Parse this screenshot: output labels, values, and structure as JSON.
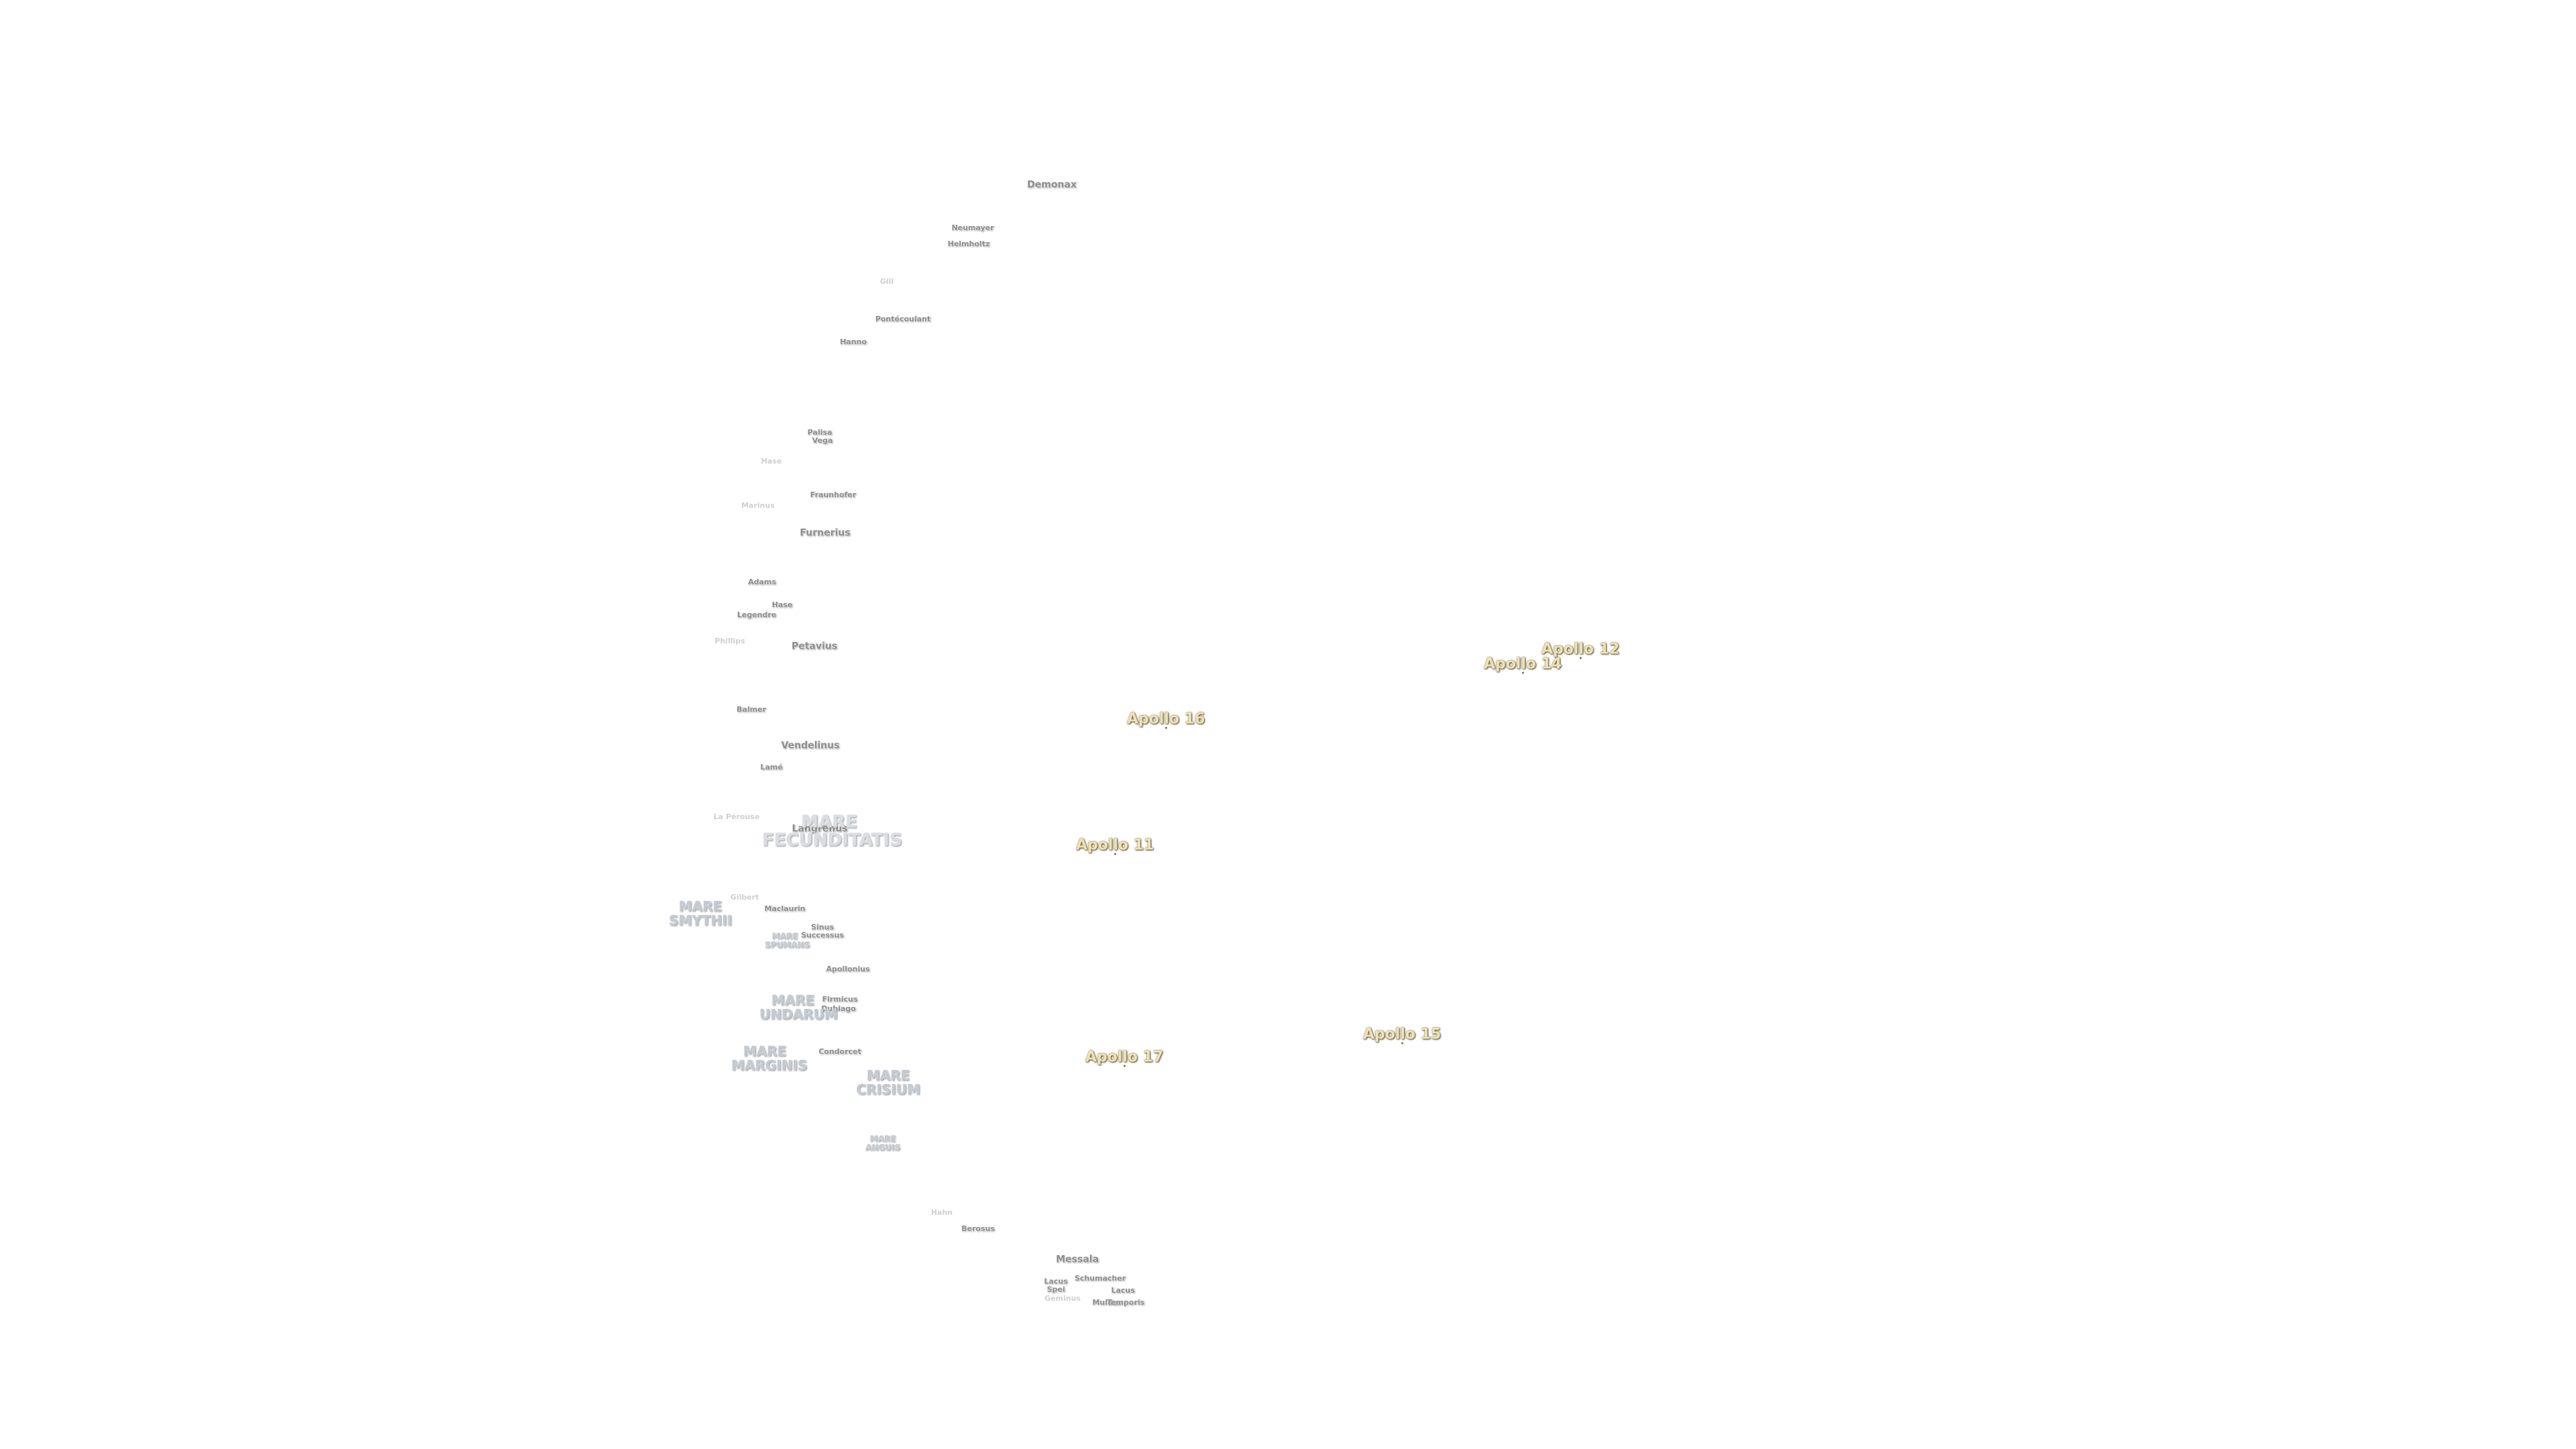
{
  "map": {
    "craters": [
      {
        "name": "Demonax",
        "size": "m"
      },
      {
        "name": "Neumayer",
        "size": "s"
      },
      {
        "name": "Helmholtz",
        "size": "s"
      },
      {
        "name": "Gill",
        "size": "s",
        "faint": true
      },
      {
        "name": "Pontécoulant",
        "size": "s"
      },
      {
        "name": "Hanno",
        "size": "s"
      },
      {
        "name": "Palisa",
        "size": "s"
      },
      {
        "name": "Vega",
        "size": "s"
      },
      {
        "name": "Hase",
        "size": "s",
        "faint": true
      },
      {
        "name": "Fraunhofer",
        "size": "s"
      },
      {
        "name": "Marinus",
        "size": "s",
        "faint": true
      },
      {
        "name": "Furnerius",
        "size": "m"
      },
      {
        "name": "Adams",
        "size": "s"
      },
      {
        "name": "Hase",
        "size": "s"
      },
      {
        "name": "Legendre",
        "size": "s"
      },
      {
        "name": "Phillips",
        "size": "s",
        "faint": true
      },
      {
        "name": "Petavius",
        "size": "m"
      },
      {
        "name": "Balmer",
        "size": "s"
      },
      {
        "name": "Vendelinus",
        "size": "m"
      },
      {
        "name": "Lamé",
        "size": "s"
      },
      {
        "name": "La Pérouse",
        "size": "s",
        "faint": true
      },
      {
        "name": "Langrenus",
        "size": "m"
      },
      {
        "name": "Gilbert",
        "size": "s",
        "faint": true
      },
      {
        "name": "Maclaurin",
        "size": "s"
      },
      {
        "name": "Sinus Successus",
        "size": "s"
      },
      {
        "name": "Apollonius",
        "size": "s"
      },
      {
        "name": "Firmicus",
        "size": "s"
      },
      {
        "name": "Dubiago",
        "size": "s"
      },
      {
        "name": "Condorcet",
        "size": "s"
      },
      {
        "name": "Hahn",
        "size": "s",
        "faint": true
      },
      {
        "name": "Berosus",
        "size": "s"
      },
      {
        "name": "Messala",
        "size": "m"
      },
      {
        "name": "Lacus Spei",
        "size": "s"
      },
      {
        "name": "Schumacher",
        "size": "s"
      },
      {
        "name": "Lacus",
        "size": "s"
      },
      {
        "name": "Geminus",
        "size": "s",
        "faint": true
      },
      {
        "name": "Mulder",
        "size": "s"
      },
      {
        "name": "Temporis",
        "size": "s"
      }
    ],
    "maria": [
      {
        "name": "MARE FECUNDITATIS",
        "size": "l"
      },
      {
        "name": "MARE SMYTHII",
        "size": "m"
      },
      {
        "name": "MARE SPUMANS",
        "size": "s"
      },
      {
        "name": "MARE UNDARUM",
        "size": "m"
      },
      {
        "name": "MARE MARGINIS",
        "size": "m"
      },
      {
        "name": "MARE CRISIUM",
        "size": "m"
      },
      {
        "name": "MARE ANGUIS",
        "size": "s"
      }
    ],
    "apollo_sites": [
      "Apollo 12",
      "Apollo 14",
      "Apollo 16",
      "Apollo 11",
      "Apollo 15",
      "Apollo 17"
    ],
    "colors": {
      "background": "#ffffff",
      "crater_text": "#8c8c8c",
      "mare_text": "#c3cad2",
      "apollo_text": "#f1e3b2"
    }
  }
}
